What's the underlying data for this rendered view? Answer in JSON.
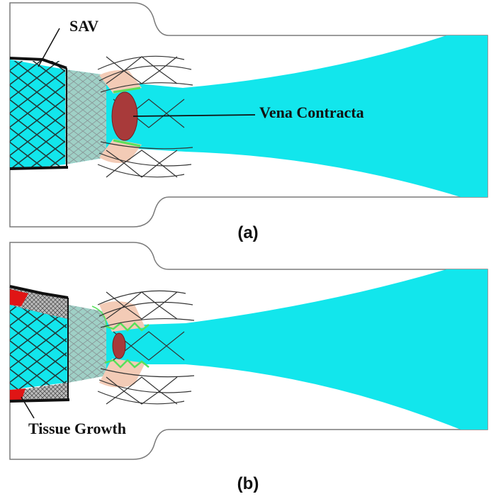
{
  "panels": [
    {
      "caption": "(a)",
      "callouts": [
        {
          "id": "sav",
          "text": "SAV"
        },
        {
          "id": "vena",
          "text": "Vena Contracta"
        }
      ]
    },
    {
      "caption": "(b)",
      "callouts": [
        {
          "id": "tissue",
          "text": "Tissue Growth"
        }
      ]
    }
  ],
  "colors": {
    "jet": "#12e6ec",
    "outline": "#7a7a7a",
    "sav": "#111111",
    "vena_contracta": "#a83a3a",
    "tissue": "#e01515",
    "leaflet": "#f3cbb6",
    "leaflet_edge": "#58e05a",
    "stent_wire": "#333333",
    "overlap": "#9fd0c6"
  }
}
